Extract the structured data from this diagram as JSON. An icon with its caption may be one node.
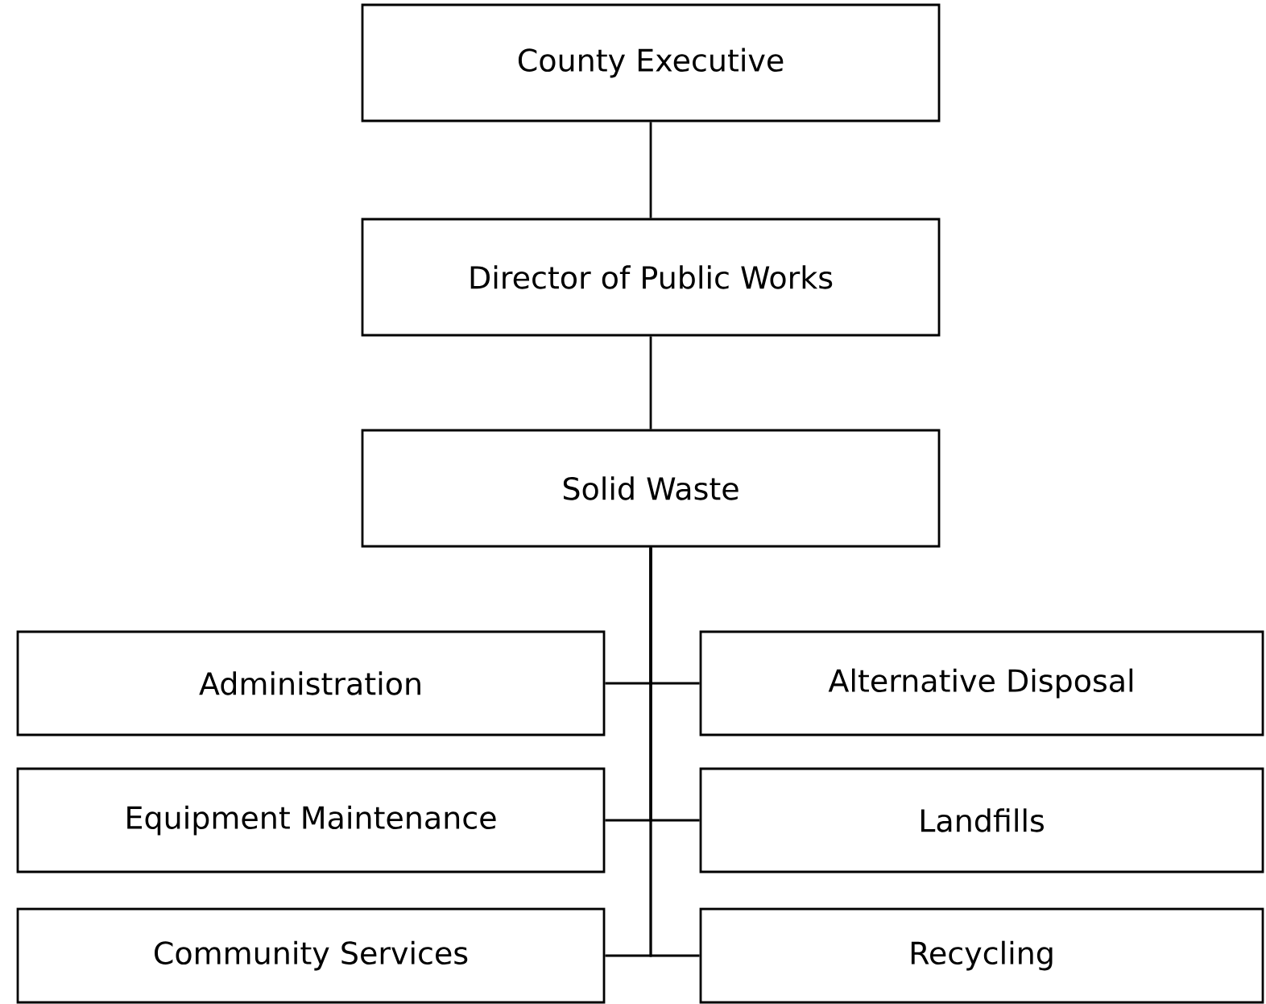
{
  "diagram": {
    "nodes": [
      {
        "text": [
          "County Executive"
        ]
      },
      {
        "text": [
          "Director of Public Works"
        ]
      },
      {
        "text": [
          "Solid Waste"
        ]
      },
      {
        "text": [
          "Administration"
        ]
      },
      {
        "text": [
          "Alternative Disposal"
        ]
      },
      {
        "text": [
          "Equipment Maintenance"
        ]
      },
      {
        "text": [
          "Landfills"
        ]
      },
      {
        "text": [
          "Community Services"
        ]
      },
      {
        "text": [
          "Recycling"
        ]
      }
    ],
    "edges": [
      {
        "from": 0,
        "to": 1,
        "arrow": "none"
      },
      {
        "from": 1,
        "to": 2,
        "arrow": "none"
      },
      {
        "from": 2,
        "to": 3,
        "arrow": "none"
      },
      {
        "from": 2,
        "to": 4,
        "arrow": "none"
      },
      {
        "from": 2,
        "to": 5,
        "arrow": "none"
      },
      {
        "from": 2,
        "to": 6,
        "arrow": "none"
      },
      {
        "from": 2,
        "to": 7,
        "arrow": "none"
      },
      {
        "from": 2,
        "to": 8,
        "arrow": "none"
      }
    ]
  }
}
